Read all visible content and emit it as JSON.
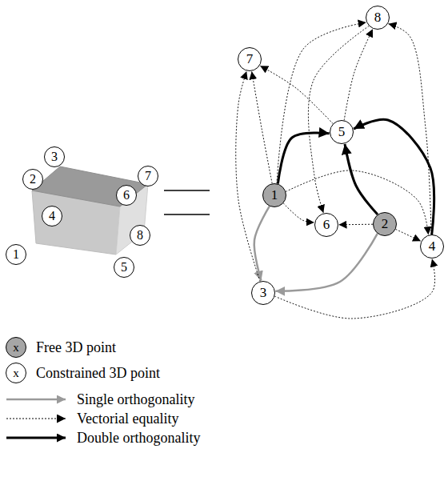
{
  "diagram": {
    "nodes": [
      {
        "text": [
          "3"
        ]
      },
      {
        "text": [
          "2"
        ]
      },
      {
        "text": [
          "7"
        ]
      },
      {
        "text": [
          "6"
        ]
      },
      {
        "text": [
          "4"
        ]
      },
      {
        "text": [
          "8"
        ]
      },
      {
        "text": [
          "1"
        ]
      },
      {
        "text": [
          "5"
        ]
      },
      {
        "text": [
          "8"
        ]
      },
      {
        "text": [
          "7"
        ]
      },
      {
        "text": [
          "5"
        ]
      },
      {
        "text": [
          "1"
        ]
      },
      {
        "text": [
          "6"
        ]
      },
      {
        "text": [
          "2"
        ]
      },
      {
        "text": [
          "4"
        ]
      },
      {
        "text": [
          "3"
        ]
      }
    ],
    "edges": [
      {
        "from": 11,
        "to": 15,
        "arrow": "to"
      },
      {
        "from": 13,
        "to": 15,
        "arrow": "to"
      },
      {
        "from": 11,
        "to": 10,
        "arrow": "to"
      },
      {
        "from": 13,
        "to": 10,
        "arrow": "to"
      },
      {
        "from": 14,
        "to": 10,
        "arrow": "to"
      },
      {
        "from": 11,
        "to": 9,
        "arrow": "to"
      },
      {
        "from": 15,
        "to": 9,
        "arrow": "to"
      },
      {
        "from": 10,
        "to": 9,
        "arrow": "to"
      },
      {
        "from": 11,
        "to": 8,
        "arrow": "to"
      },
      {
        "from": 10,
        "to": 8,
        "arrow": "to"
      },
      {
        "from": 14,
        "to": 8,
        "arrow": "to"
      },
      {
        "from": 11,
        "to": 12,
        "arrow": "to"
      },
      {
        "from": 13,
        "to": 12,
        "arrow": "to"
      },
      {
        "from": 8,
        "to": 12,
        "arrow": "to"
      },
      {
        "from": 11,
        "to": 14,
        "arrow": "to"
      },
      {
        "from": 13,
        "to": 14,
        "arrow": "to"
      },
      {
        "from": 15,
        "to": 14,
        "arrow": "to"
      }
    ],
    "labels": [
      "x",
      "x"
    ],
    "legend": [
      {
        "text": "Free 3D point"
      },
      {
        "text": "Constrained 3D point"
      },
      {
        "text": "Single orthogonality"
      },
      {
        "text": "Vectorial equality"
      },
      {
        "text": "Double orthogonality"
      }
    ]
  }
}
